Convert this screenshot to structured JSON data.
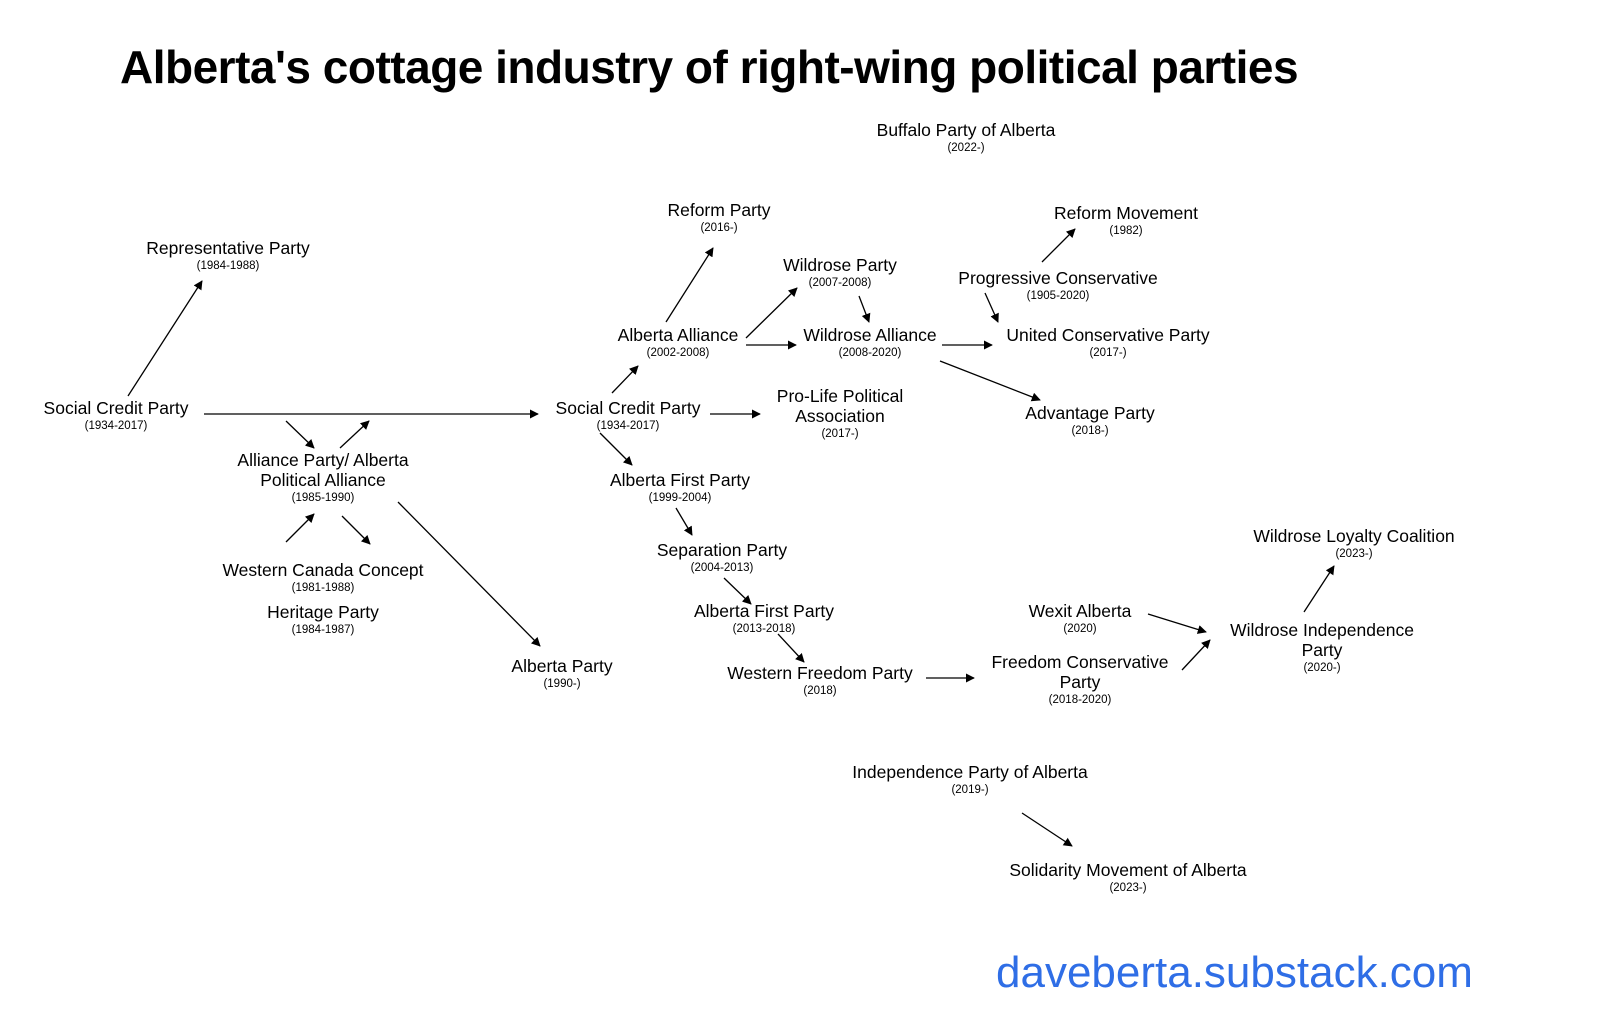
{
  "title": "Alberta's cottage industry of right-wing political parties",
  "nodes": {
    "buffalo": {
      "name": "Buffalo Party of Alberta",
      "years": "(2022-)"
    },
    "reform_party": {
      "name": "Reform Party",
      "years": "(2016-)"
    },
    "reform_movement": {
      "name": "Reform Movement",
      "years": "(1982)"
    },
    "representative": {
      "name": "Representative Party",
      "years": "(1984-1988)"
    },
    "wildrose_party": {
      "name": "Wildrose Party",
      "years": "(2007-2008)"
    },
    "pc": {
      "name": "Progressive Conservative",
      "years": "(1905-2020)"
    },
    "alberta_alliance": {
      "name": "Alberta Alliance",
      "years": "(2002-2008)"
    },
    "wildrose_alliance": {
      "name": "Wildrose Alliance",
      "years": "(2008-2020)"
    },
    "ucp": {
      "name": "United Conservative Party",
      "years": "(2017-)"
    },
    "socred_left": {
      "name": "Social Credit Party",
      "years": "(1934-2017)"
    },
    "socred_mid": {
      "name": "Social Credit Party",
      "years": "(1934-2017)"
    },
    "prolife": {
      "name": "Pro-Life Political Association",
      "years": "(2017-)"
    },
    "advantage": {
      "name": "Advantage Party",
      "years": "(2018-)"
    },
    "apa": {
      "name": "Alliance Party/ Alberta Political Alliance",
      "years": "(1985-1990)"
    },
    "af_1999": {
      "name": "Alberta First Party",
      "years": "(1999-2004)"
    },
    "separation": {
      "name": "Separation Party",
      "years": "(2004-2013)"
    },
    "wlc": {
      "name": "Wildrose Loyalty Coalition",
      "years": "(2023-)"
    },
    "wcc": {
      "name": "Western Canada Concept",
      "years": "(1981-1988)"
    },
    "heritage": {
      "name": "Heritage Party",
      "years": "(1984-1987)"
    },
    "af_2013": {
      "name": "Alberta First Party",
      "years": "(2013-2018)"
    },
    "wexit": {
      "name": "Wexit Alberta",
      "years": "(2020)"
    },
    "wip": {
      "name": "Wildrose Independence Party",
      "years": "(2020-)"
    },
    "alberta_party": {
      "name": "Alberta Party",
      "years": "(1990-)"
    },
    "freedom_cons": {
      "name": "Freedom Conservative Party",
      "years": "(2018-2020)"
    },
    "wfp": {
      "name": "Western Freedom Party",
      "years": "(2018)"
    },
    "independence": {
      "name": "Independence Party of Alberta",
      "years": "(2019-)"
    },
    "solidarity": {
      "name": "Solidarity Movement of Alberta",
      "years": "(2023-)"
    }
  },
  "edges": [
    [
      "socred_left",
      "representative"
    ],
    [
      "socred_left",
      "socred_mid"
    ],
    [
      "socred_left",
      "apa"
    ],
    [
      "apa",
      "socred_left"
    ],
    [
      "wcc",
      "apa"
    ],
    [
      "apa",
      "wcc"
    ],
    [
      "apa",
      "alberta_party"
    ],
    [
      "socred_mid",
      "alberta_alliance"
    ],
    [
      "socred_mid",
      "prolife"
    ],
    [
      "socred_mid",
      "af_1999"
    ],
    [
      "alberta_alliance",
      "reform_party"
    ],
    [
      "alberta_alliance",
      "wildrose_party"
    ],
    [
      "alberta_alliance",
      "wildrose_alliance"
    ],
    [
      "wildrose_party",
      "wildrose_alliance"
    ],
    [
      "wildrose_alliance",
      "ucp"
    ],
    [
      "wildrose_alliance",
      "advantage"
    ],
    [
      "pc",
      "reform_movement"
    ],
    [
      "pc",
      "ucp"
    ],
    [
      "af_1999",
      "separation"
    ],
    [
      "separation",
      "af_2013"
    ],
    [
      "af_2013",
      "wfp"
    ],
    [
      "wfp",
      "freedom_cons"
    ],
    [
      "freedom_cons",
      "wip"
    ],
    [
      "wexit",
      "wip"
    ],
    [
      "wip",
      "wlc"
    ],
    [
      "independence",
      "solidarity"
    ]
  ],
  "brand": "daveberta.substack.com",
  "colors": {
    "brand": "#2f6ee6",
    "text": "#000000",
    "arrow": "#000000"
  }
}
